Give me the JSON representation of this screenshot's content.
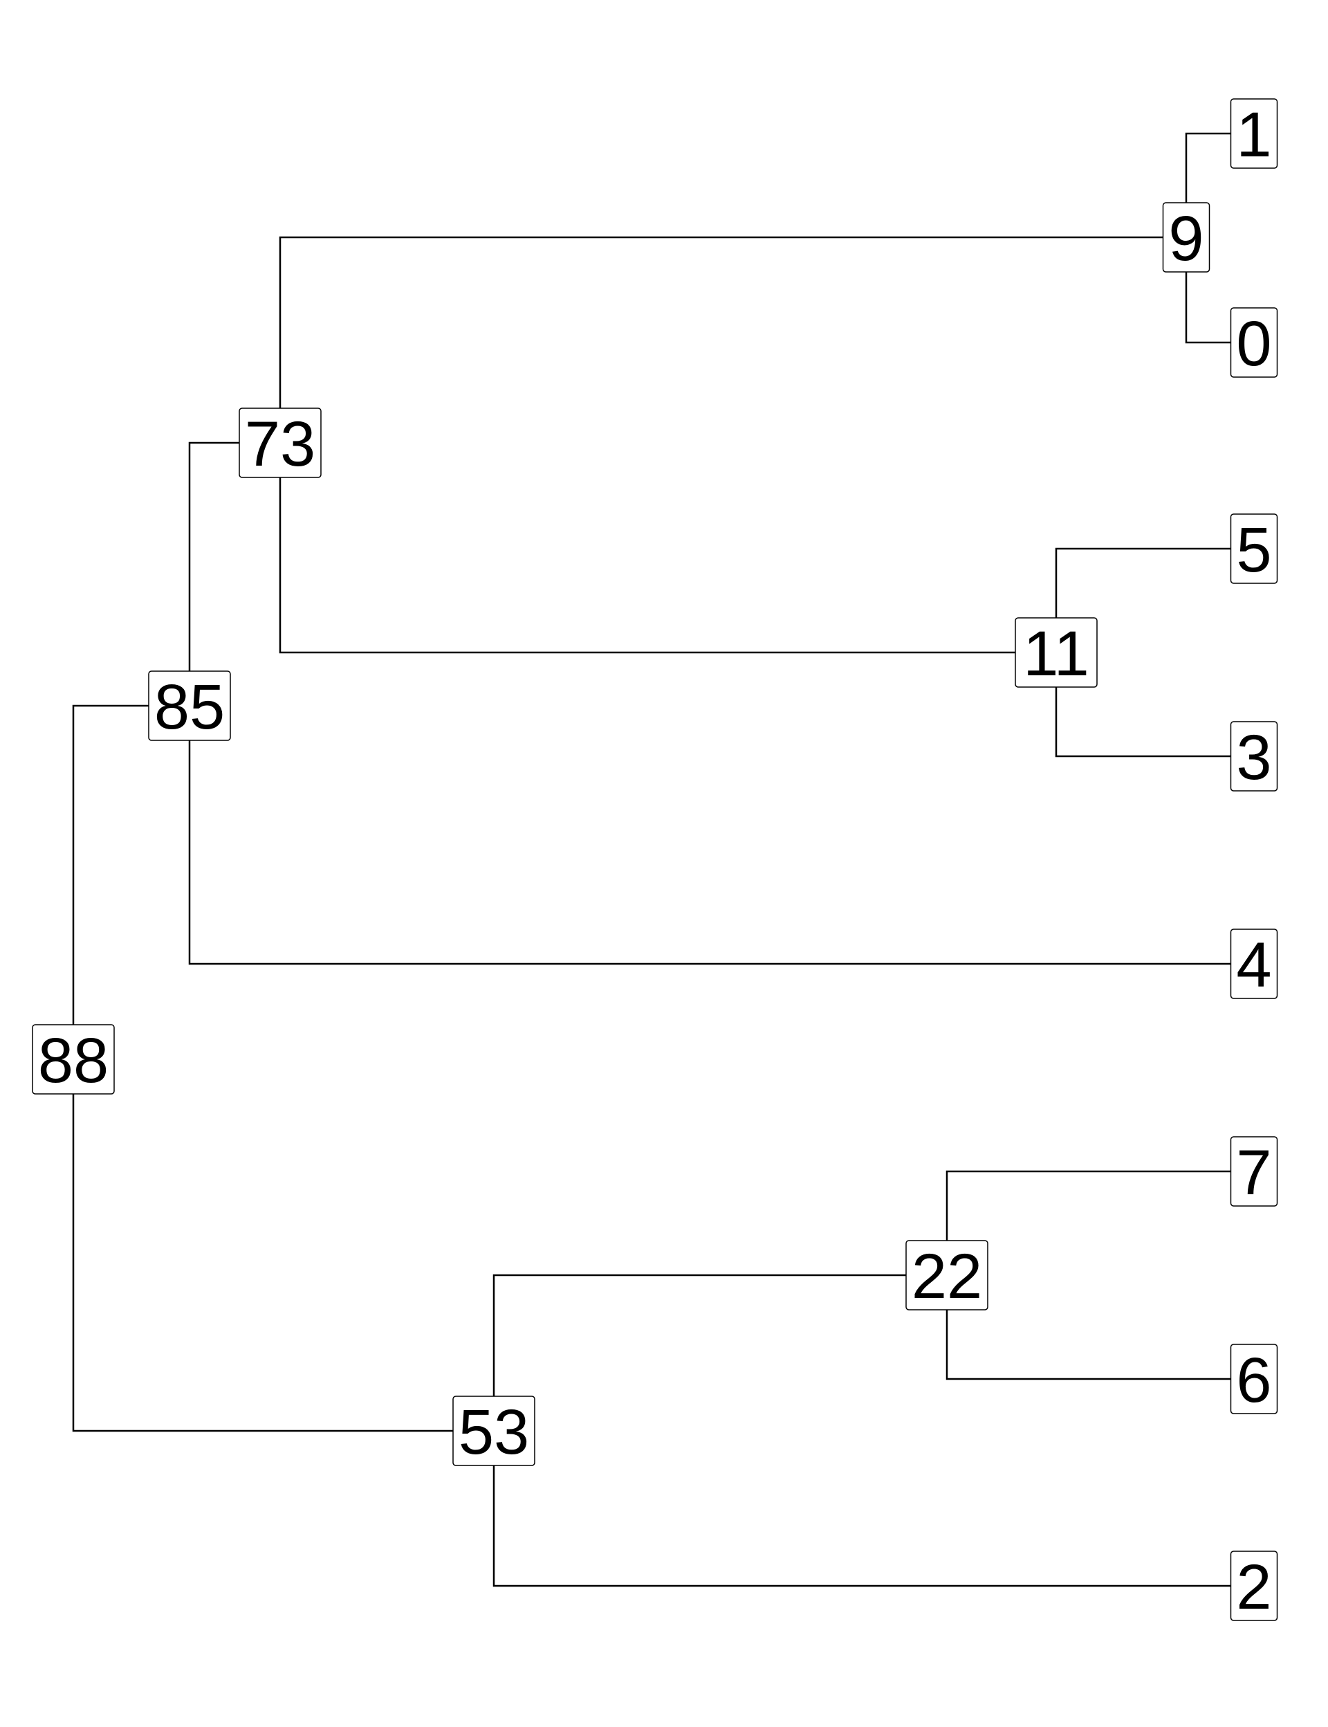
{
  "tree": {
    "root": "88",
    "nodes": [
      {
        "id": "88",
        "label": "88",
        "parent": null
      },
      {
        "id": "85",
        "label": "85",
        "parent": "88"
      },
      {
        "id": "53",
        "label": "53",
        "parent": "88"
      },
      {
        "id": "73",
        "label": "73",
        "parent": "85"
      },
      {
        "id": "4",
        "label": "4",
        "parent": "85"
      },
      {
        "id": "9",
        "label": "9",
        "parent": "73"
      },
      {
        "id": "11",
        "label": "11",
        "parent": "73"
      },
      {
        "id": "1",
        "label": "1",
        "parent": "9"
      },
      {
        "id": "0",
        "label": "0",
        "parent": "9"
      },
      {
        "id": "5",
        "label": "5",
        "parent": "11"
      },
      {
        "id": "3",
        "label": "3",
        "parent": "11"
      },
      {
        "id": "22",
        "label": "22",
        "parent": "53"
      },
      {
        "id": "2",
        "label": "2",
        "parent": "53"
      },
      {
        "id": "7",
        "label": "7",
        "parent": "22"
      },
      {
        "id": "6",
        "label": "6",
        "parent": "22"
      }
    ]
  }
}
